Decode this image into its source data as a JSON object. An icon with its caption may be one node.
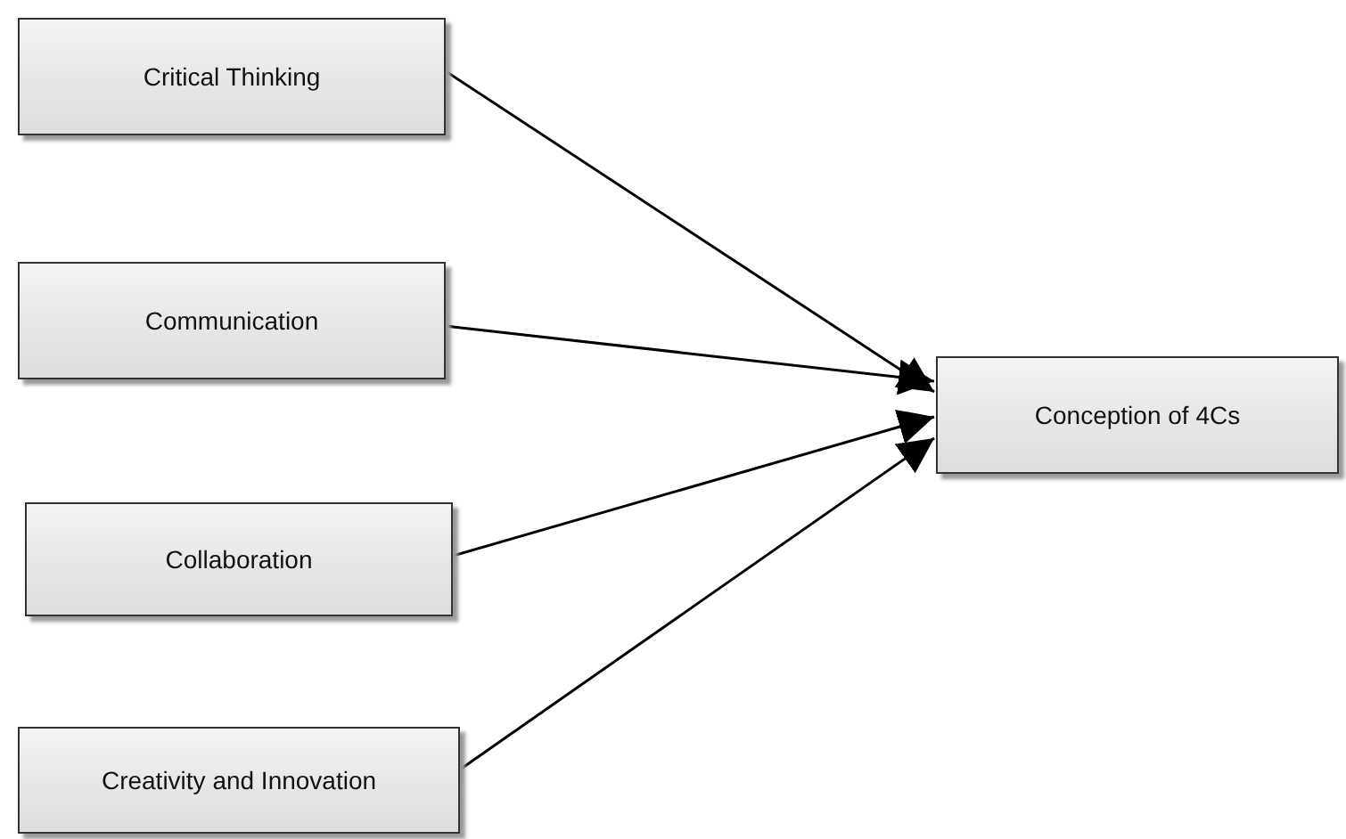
{
  "diagram": {
    "nodes": [
      {
        "text": [
          "Critical Thinking"
        ]
      },
      {
        "text": [
          "Communication"
        ]
      },
      {
        "text": [
          "Collaboration"
        ]
      },
      {
        "text": [
          "Creativity and Innovation"
        ]
      },
      {
        "text": [
          "Conception of 4Cs"
        ]
      }
    ],
    "edges": [
      {
        "from": 0,
        "to": 4,
        "arrow": "to"
      },
      {
        "from": 1,
        "to": 4,
        "arrow": "to"
      },
      {
        "from": 2,
        "to": 4,
        "arrow": "to"
      },
      {
        "from": 3,
        "to": 4,
        "arrow": "to"
      }
    ]
  }
}
